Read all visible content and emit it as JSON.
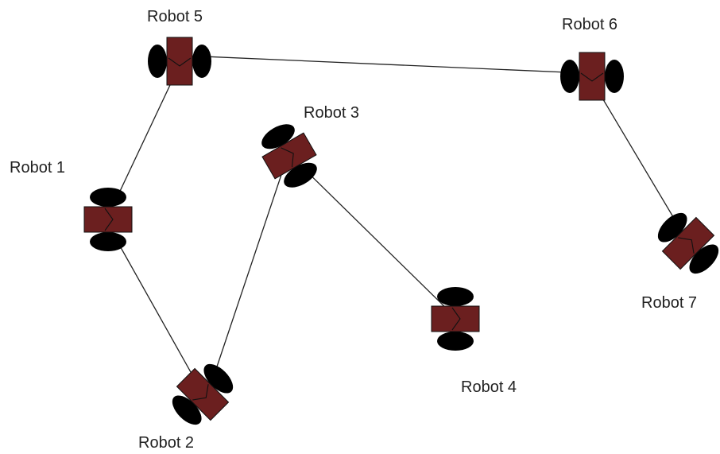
{
  "colors": {
    "chassis": "#6b1f1f",
    "wheel": "#000000",
    "line": "#222222",
    "label": "#222222"
  },
  "robots": [
    {
      "id": "robot-1",
      "label": "Robot 1"
    },
    {
      "id": "robot-2",
      "label": "Robot 2"
    },
    {
      "id": "robot-3",
      "label": "Robot 3"
    },
    {
      "id": "robot-4",
      "label": "Robot 4"
    },
    {
      "id": "robot-5",
      "label": "Robot 5"
    },
    {
      "id": "robot-6",
      "label": "Robot 6"
    },
    {
      "id": "robot-7",
      "label": "Robot 7"
    }
  ],
  "connections": [
    [
      "robot-5",
      "robot-6"
    ],
    [
      "robot-5",
      "robot-1"
    ],
    [
      "robot-6",
      "robot-7"
    ],
    [
      "robot-1",
      "robot-2"
    ],
    [
      "robot-2",
      "robot-3"
    ],
    [
      "robot-3",
      "robot-4"
    ]
  ]
}
